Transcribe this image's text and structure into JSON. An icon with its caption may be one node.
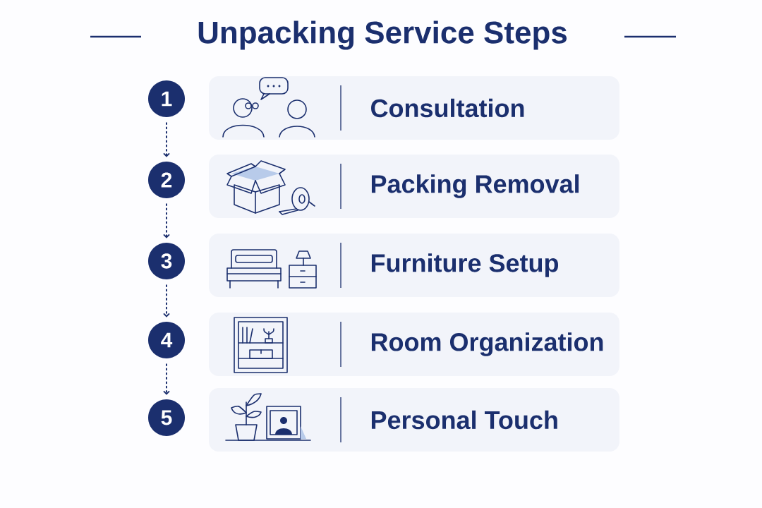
{
  "diagram": {
    "title": "Unpacking Service Steps",
    "nodes": [
      {
        "text": [
          "1"
        ]
      },
      {
        "text": [
          "Consultation"
        ]
      },
      {
        "text": [
          "2"
        ]
      },
      {
        "text": [
          "Packing Removal"
        ]
      },
      {
        "text": [
          "3"
        ]
      },
      {
        "text": [
          "Furniture Setup"
        ]
      },
      {
        "text": [
          "4"
        ]
      },
      {
        "text": [
          "Room Organization"
        ]
      },
      {
        "text": [
          "5"
        ]
      },
      {
        "text": [
          "Personal Touch"
        ]
      }
    ],
    "edges": [
      {
        "from": 0,
        "to": 2,
        "arrow": "to",
        "style": "dashed"
      },
      {
        "from": 2,
        "to": 4,
        "arrow": "to",
        "style": "dashed"
      },
      {
        "from": 4,
        "to": 6,
        "arrow": "to",
        "style": "dashed"
      },
      {
        "from": 6,
        "to": 8,
        "arrow": "to",
        "style": "dashed"
      }
    ]
  }
}
